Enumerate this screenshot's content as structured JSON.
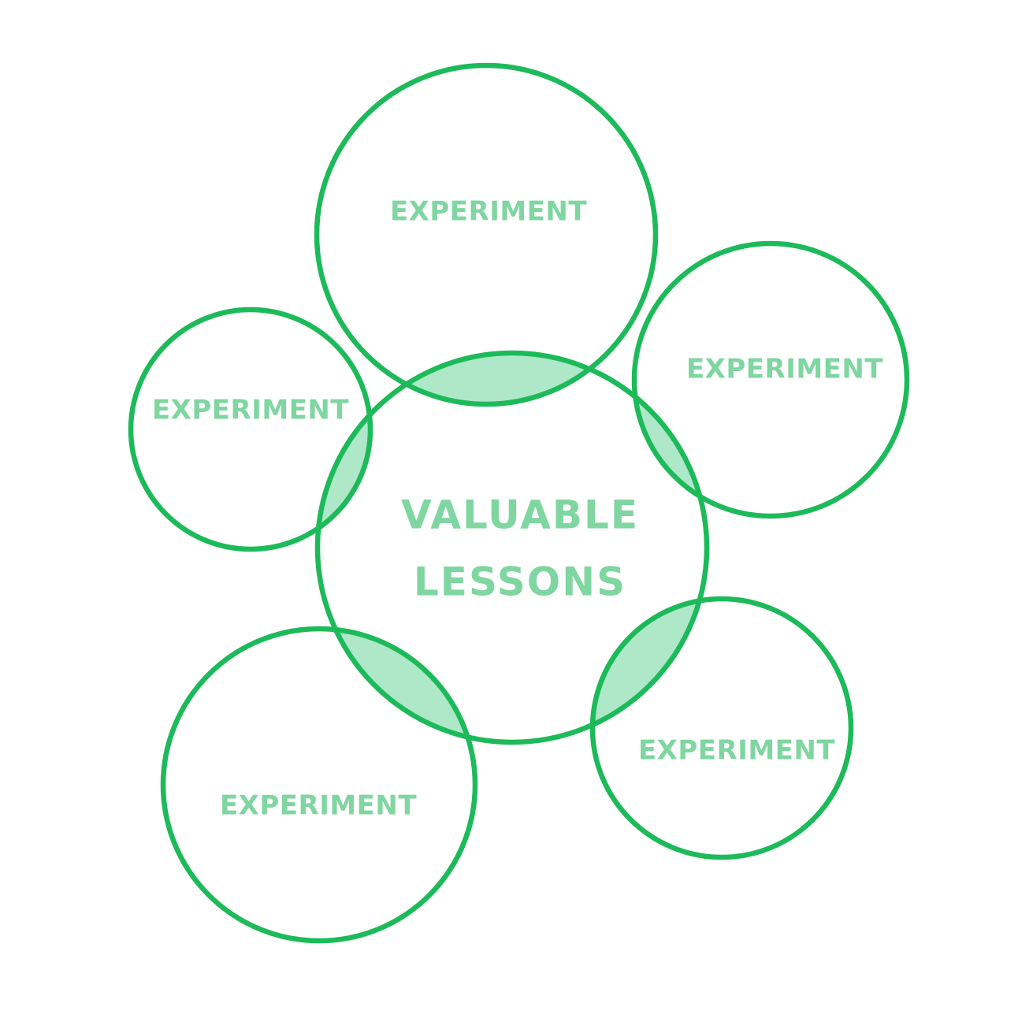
{
  "colors": {
    "stroke": "#1dba5a",
    "fill": "#a0e4c0",
    "text": "#7fd6a0",
    "background": "#ffffff"
  },
  "center": {
    "line1": "VALUABLE",
    "line2": "LESSONS"
  },
  "experiments": [
    {
      "label": "EXPERIMENT"
    },
    {
      "label": "EXPERIMENT"
    },
    {
      "label": "EXPERIMENT"
    },
    {
      "label": "EXPERIMENT"
    },
    {
      "label": "EXPERIMENT"
    }
  ]
}
